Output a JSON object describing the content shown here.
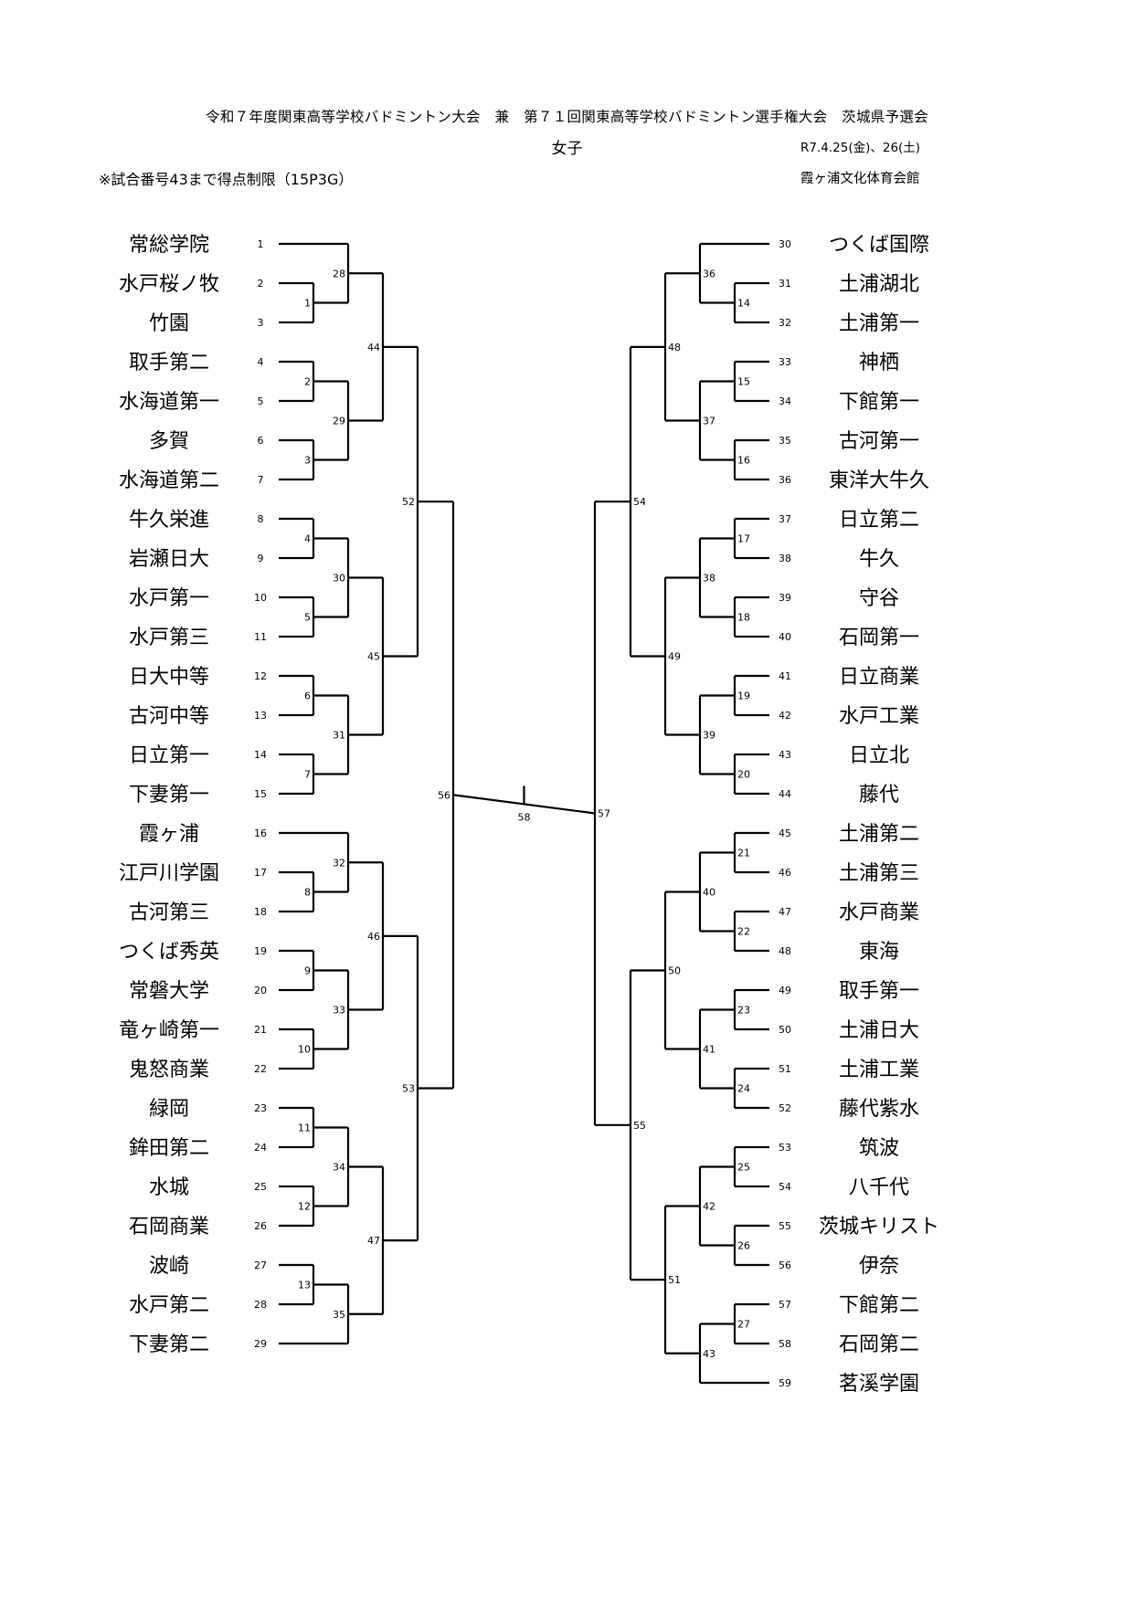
{
  "header": {
    "title": "令和７年度関東高等学校バドミントン大会　兼　第７１回関東高等学校バドミントン選手権大会　茨城県予選会",
    "division": "女子",
    "date": "R7.4.25(金)、26(土)",
    "note": "※試合番号43まで得点制限（15P3G）",
    "venue": "霞ヶ浦文化体育会館"
  },
  "left_teams": [
    {
      "seed": "1",
      "name": "常総学院"
    },
    {
      "seed": "2",
      "name": "水戸桜ノ牧"
    },
    {
      "seed": "3",
      "name": "竹園"
    },
    {
      "seed": "4",
      "name": "取手第二"
    },
    {
      "seed": "5",
      "name": "水海道第一"
    },
    {
      "seed": "6",
      "name": "多賀"
    },
    {
      "seed": "7",
      "name": "水海道第二"
    },
    {
      "seed": "8",
      "name": "牛久栄進"
    },
    {
      "seed": "9",
      "name": "岩瀬日大"
    },
    {
      "seed": "10",
      "name": "水戸第一"
    },
    {
      "seed": "11",
      "name": "水戸第三"
    },
    {
      "seed": "12",
      "name": "日大中等"
    },
    {
      "seed": "13",
      "name": "古河中等"
    },
    {
      "seed": "14",
      "name": "日立第一"
    },
    {
      "seed": "15",
      "name": "下妻第一"
    },
    {
      "seed": "16",
      "name": "霞ヶ浦"
    },
    {
      "seed": "17",
      "name": "江戸川学園"
    },
    {
      "seed": "18",
      "name": "古河第三"
    },
    {
      "seed": "19",
      "name": "つくば秀英"
    },
    {
      "seed": "20",
      "name": "常磐大学"
    },
    {
      "seed": "21",
      "name": "竜ヶ崎第一"
    },
    {
      "seed": "22",
      "name": "鬼怒商業"
    },
    {
      "seed": "23",
      "name": "緑岡"
    },
    {
      "seed": "24",
      "name": "鉾田第二"
    },
    {
      "seed": "25",
      "name": "水城"
    },
    {
      "seed": "26",
      "name": "石岡商業"
    },
    {
      "seed": "27",
      "name": "波崎"
    },
    {
      "seed": "28",
      "name": "水戸第二"
    },
    {
      "seed": "29",
      "name": "下妻第二"
    }
  ],
  "right_teams": [
    {
      "seed": "30",
      "name": "つくば国際"
    },
    {
      "seed": "31",
      "name": "土浦湖北"
    },
    {
      "seed": "32",
      "name": "土浦第一"
    },
    {
      "seed": "33",
      "name": "神栖"
    },
    {
      "seed": "34",
      "name": "下館第一"
    },
    {
      "seed": "35",
      "name": "古河第一"
    },
    {
      "seed": "36",
      "name": "東洋大牛久"
    },
    {
      "seed": "37",
      "name": "日立第二"
    },
    {
      "seed": "38",
      "name": "牛久"
    },
    {
      "seed": "39",
      "name": "守谷"
    },
    {
      "seed": "40",
      "name": "石岡第一"
    },
    {
      "seed": "41",
      "name": "日立商業"
    },
    {
      "seed": "42",
      "name": "水戸工業"
    },
    {
      "seed": "43",
      "name": "日立北"
    },
    {
      "seed": "44",
      "name": "藤代"
    },
    {
      "seed": "45",
      "name": "土浦第二"
    },
    {
      "seed": "46",
      "name": "土浦第三"
    },
    {
      "seed": "47",
      "name": "水戸商業"
    },
    {
      "seed": "48",
      "name": "東海"
    },
    {
      "seed": "49",
      "name": "取手第一"
    },
    {
      "seed": "50",
      "name": "土浦日大"
    },
    {
      "seed": "51",
      "name": "土浦工業"
    },
    {
      "seed": "52",
      "name": "藤代紫水"
    },
    {
      "seed": "53",
      "name": "筑波"
    },
    {
      "seed": "54",
      "name": "八千代"
    },
    {
      "seed": "55",
      "name": "茨城キリスト"
    },
    {
      "seed": "56",
      "name": "伊奈"
    },
    {
      "seed": "57",
      "name": "下館第二"
    },
    {
      "seed": "58",
      "name": "石岡第二"
    },
    {
      "seed": "59",
      "name": "茗溪学園"
    }
  ],
  "matches": {
    "left": [
      {
        "no": "1",
        "a": "t1",
        "b": "t2"
      },
      {
        "no": "2",
        "a": "t3",
        "b": "t4"
      },
      {
        "no": "3",
        "a": "t5",
        "b": "t6"
      },
      {
        "no": "4",
        "a": "t7",
        "b": "t8"
      },
      {
        "no": "5",
        "a": "t9",
        "b": "t10"
      },
      {
        "no": "6",
        "a": "t11",
        "b": "t12"
      },
      {
        "no": "7",
        "a": "t13",
        "b": "t14"
      },
      {
        "no": "8",
        "a": "t16",
        "b": "t17"
      },
      {
        "no": "9",
        "a": "t18",
        "b": "t19"
      },
      {
        "no": "10",
        "a": "t20",
        "b": "t21"
      },
      {
        "no": "11",
        "a": "t22",
        "b": "t23"
      },
      {
        "no": "12",
        "a": "t24",
        "b": "t25"
      },
      {
        "no": "13",
        "a": "t26",
        "b": "t27"
      },
      {
        "no": "28",
        "a": "t0",
        "b": "m1"
      },
      {
        "no": "29",
        "a": "m2",
        "b": "m3"
      },
      {
        "no": "30",
        "a": "m4",
        "b": "m5"
      },
      {
        "no": "31",
        "a": "m6",
        "b": "m7"
      },
      {
        "no": "32",
        "a": "t15",
        "b": "m8"
      },
      {
        "no": "33",
        "a": "m9",
        "b": "m10"
      },
      {
        "no": "34",
        "a": "m11",
        "b": "m12"
      },
      {
        "no": "35",
        "a": "m13",
        "b": "t28"
      },
      {
        "no": "44",
        "a": "m28",
        "b": "m29"
      },
      {
        "no": "45",
        "a": "m30",
        "b": "m31"
      },
      {
        "no": "46",
        "a": "m32",
        "b": "m33"
      },
      {
        "no": "47",
        "a": "m34",
        "b": "m35"
      },
      {
        "no": "52",
        "a": "m44",
        "b": "m45"
      },
      {
        "no": "53",
        "a": "m46",
        "b": "m47"
      },
      {
        "no": "56",
        "a": "m52",
        "b": "m53"
      }
    ],
    "right": [
      {
        "no": "14",
        "a": "t1",
        "b": "t2"
      },
      {
        "no": "15",
        "a": "t3",
        "b": "t4"
      },
      {
        "no": "16",
        "a": "t5",
        "b": "t6"
      },
      {
        "no": "17",
        "a": "t7",
        "b": "t8"
      },
      {
        "no": "18",
        "a": "t9",
        "b": "t10"
      },
      {
        "no": "19",
        "a": "t11",
        "b": "t12"
      },
      {
        "no": "20",
        "a": "t13",
        "b": "t14"
      },
      {
        "no": "21",
        "a": "t15",
        "b": "t16"
      },
      {
        "no": "22",
        "a": "t17",
        "b": "t18"
      },
      {
        "no": "23",
        "a": "t19",
        "b": "t20"
      },
      {
        "no": "24",
        "a": "t21",
        "b": "t22"
      },
      {
        "no": "25",
        "a": "t23",
        "b": "t24"
      },
      {
        "no": "26",
        "a": "t25",
        "b": "t26"
      },
      {
        "no": "27",
        "a": "t27",
        "b": "t28"
      },
      {
        "no": "36",
        "a": "t0",
        "b": "m14"
      },
      {
        "no": "37",
        "a": "m15",
        "b": "m16"
      },
      {
        "no": "38",
        "a": "m17",
        "b": "m18"
      },
      {
        "no": "39",
        "a": "m19",
        "b": "m20"
      },
      {
        "no": "40",
        "a": "m21",
        "b": "m22"
      },
      {
        "no": "41",
        "a": "m23",
        "b": "m24"
      },
      {
        "no": "42",
        "a": "m25",
        "b": "m26"
      },
      {
        "no": "43",
        "a": "m27",
        "b": "t29"
      },
      {
        "no": "48",
        "a": "m36",
        "b": "m37"
      },
      {
        "no": "49",
        "a": "m38",
        "b": "m39"
      },
      {
        "no": "50",
        "a": "m40",
        "b": "m41"
      },
      {
        "no": "51",
        "a": "m42",
        "b": "m43"
      },
      {
        "no": "54",
        "a": "m48",
        "b": "m49"
      },
      {
        "no": "55",
        "a": "m50",
        "b": "m51"
      },
      {
        "no": "57",
        "a": "m54",
        "b": "m55"
      }
    ],
    "final": {
      "no": "58",
      "a": "m56",
      "b": "m57"
    }
  }
}
